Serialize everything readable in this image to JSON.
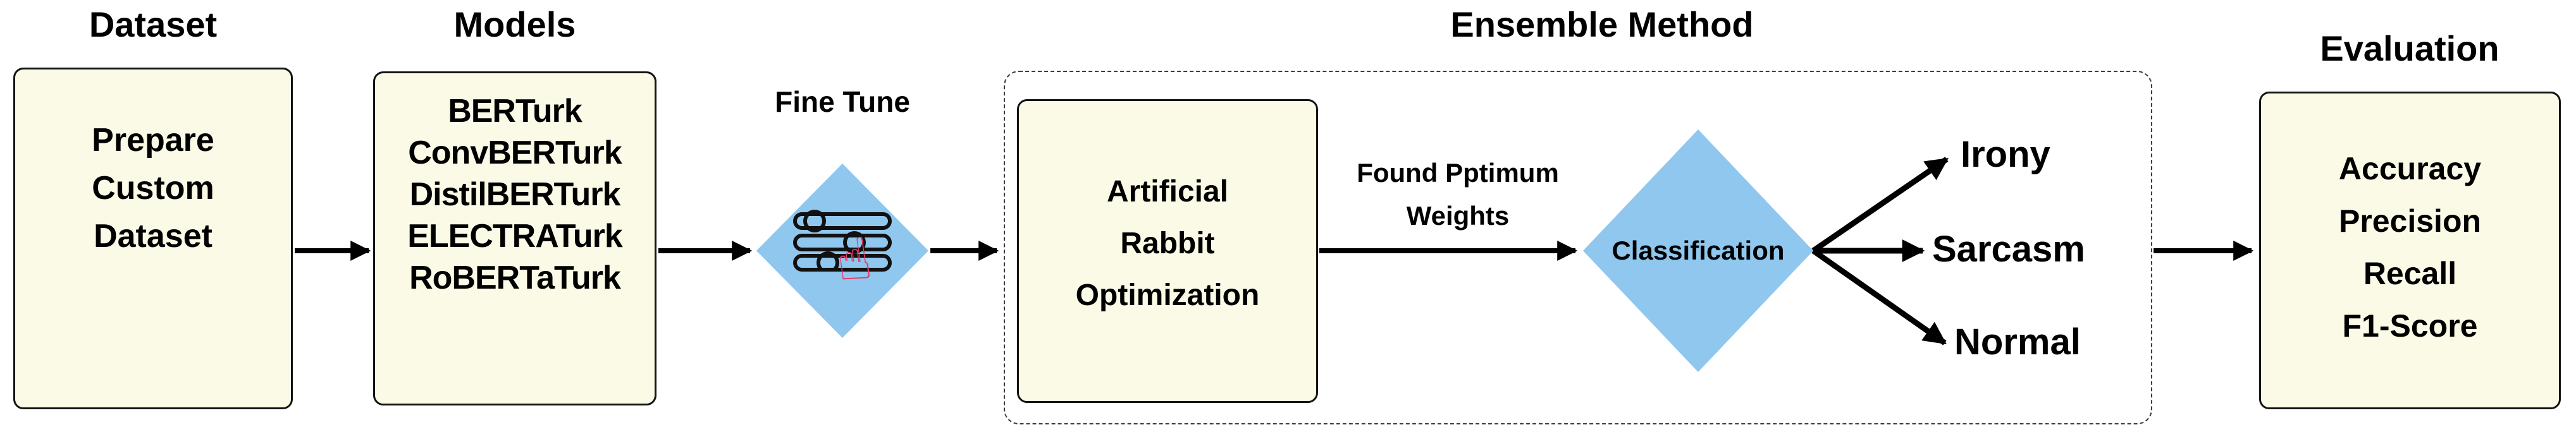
{
  "sections": {
    "dataset": {
      "header": "Dataset",
      "lines": [
        "Prepare",
        "Custom",
        "Dataset"
      ]
    },
    "models": {
      "header": "Models",
      "lines": [
        "BERTurk",
        "ConvBERTurk",
        "DistilBERTurk",
        "ELECTRATurk",
        "RoBERTaTurk"
      ]
    },
    "fine_tune": {
      "label": "Fine Tune"
    },
    "ensemble": {
      "header": "Ensemble Method",
      "aro_lines": [
        "Artificial",
        "Rabbit",
        "Optimization"
      ],
      "arrow_label_lines": [
        "Found Pptimum",
        "Weights"
      ],
      "diamond_label": "Classification",
      "outputs": [
        "Irony",
        "Sarcasm",
        "Normal"
      ]
    },
    "evaluation": {
      "header": "Evaluation",
      "lines": [
        "Accuracy",
        "Precision",
        "Recall",
        "F1-Score"
      ]
    }
  },
  "icons": {
    "fine_tune_sliders": "sliders-icon",
    "fine_tune_hand": "hand-pointer-icon"
  },
  "colors": {
    "background": "#ffffff",
    "node_fill": "#fafae6",
    "node_border": "#141414",
    "diamond_fill": "#8fc7ee",
    "hand_pink": "#e6386b",
    "arrow": "#000000",
    "text": "#000000",
    "dashed_border": "#3c3c3c"
  }
}
